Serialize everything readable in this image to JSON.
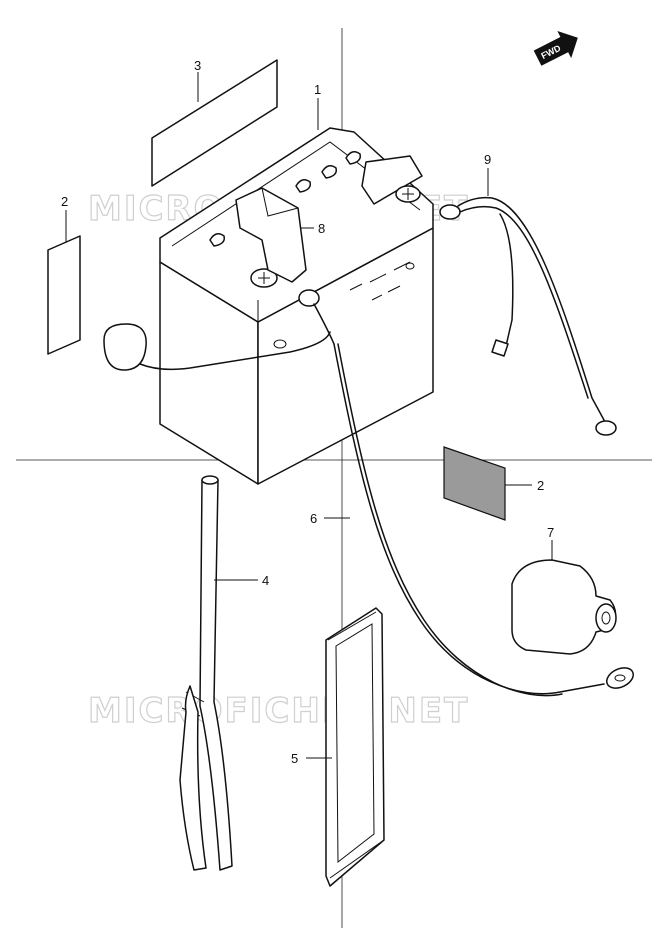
{
  "diagram": {
    "watermark": "MICROFICHES.NET",
    "direction_badge": "FWD",
    "callouts": [
      {
        "id": "callout-1",
        "label": "1"
      },
      {
        "id": "callout-2a",
        "label": "2"
      },
      {
        "id": "callout-2b",
        "label": "2"
      },
      {
        "id": "callout-3",
        "label": "3"
      },
      {
        "id": "callout-4",
        "label": "4"
      },
      {
        "id": "callout-5",
        "label": "5"
      },
      {
        "id": "callout-6",
        "label": "6"
      },
      {
        "id": "callout-7",
        "label": "7"
      },
      {
        "id": "callout-8",
        "label": "8"
      },
      {
        "id": "callout-9",
        "label": "9"
      }
    ]
  }
}
